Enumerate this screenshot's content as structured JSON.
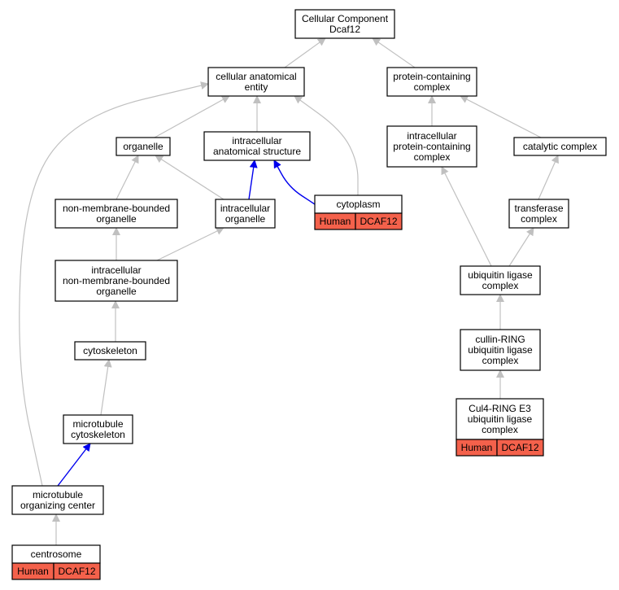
{
  "nodes": {
    "root": [
      "Cellular Component",
      "Dcaf12"
    ],
    "cae": [
      "cellular anatomical",
      "entity"
    ],
    "pcc": [
      "protein-containing",
      "complex"
    ],
    "organelle": [
      "organelle"
    ],
    "ias": [
      "intracellular",
      "anatomical structure"
    ],
    "ipcc": [
      "intracellular",
      "protein-containing",
      "complex"
    ],
    "catalytic": [
      "catalytic complex"
    ],
    "nmbo": [
      "non-membrane-bounded",
      "organelle"
    ],
    "io": [
      "intracellular",
      "organelle"
    ],
    "cytoplasm": [
      "cytoplasm"
    ],
    "transferase": [
      "transferase",
      "complex"
    ],
    "inmbo": [
      "intracellular",
      "non-membrane-bounded",
      "organelle"
    ],
    "ulc": [
      "ubiquitin ligase",
      "complex"
    ],
    "cytoskeleton": [
      "cytoskeleton"
    ],
    "cullin": [
      "cullin-RING",
      "ubiquitin ligase",
      "complex"
    ],
    "mtcyto": [
      "microtubule",
      "cytoskeleton"
    ],
    "cul4": [
      "Cul4-RING E3",
      "ubiquitin ligase",
      "complex"
    ],
    "mtoc": [
      "microtubule",
      "organizing center"
    ],
    "centrosome": [
      "centrosome"
    ]
  },
  "annotations": {
    "cytoplasm": {
      "species": "Human",
      "gene": "DCAF12"
    },
    "cul4": {
      "species": "Human",
      "gene": "DCAF12"
    },
    "centrosome": {
      "species": "Human",
      "gene": "DCAF12"
    }
  },
  "edges": [
    {
      "from": "cae",
      "to": "root",
      "type": "is_a"
    },
    {
      "from": "pcc",
      "to": "root",
      "type": "is_a"
    },
    {
      "from": "organelle",
      "to": "cae",
      "type": "is_a"
    },
    {
      "from": "ias",
      "to": "cae",
      "type": "is_a"
    },
    {
      "from": "cytoplasm",
      "to": "cae",
      "type": "is_a"
    },
    {
      "from": "mtoc",
      "to": "cae",
      "type": "is_a"
    },
    {
      "from": "ipcc",
      "to": "pcc",
      "type": "is_a"
    },
    {
      "from": "catalytic",
      "to": "pcc",
      "type": "is_a"
    },
    {
      "from": "nmbo",
      "to": "organelle",
      "type": "is_a"
    },
    {
      "from": "io",
      "to": "organelle",
      "type": "is_a"
    },
    {
      "from": "io",
      "to": "ias",
      "type": "part_of"
    },
    {
      "from": "cytoplasm",
      "to": "ias",
      "type": "part_of"
    },
    {
      "from": "inmbo",
      "to": "nmbo",
      "type": "is_a"
    },
    {
      "from": "inmbo",
      "to": "io",
      "type": "is_a"
    },
    {
      "from": "cytoskeleton",
      "to": "inmbo",
      "type": "is_a"
    },
    {
      "from": "mtcyto",
      "to": "cytoskeleton",
      "type": "is_a"
    },
    {
      "from": "mtoc",
      "to": "mtcyto",
      "type": "part_of"
    },
    {
      "from": "centrosome",
      "to": "mtoc",
      "type": "is_a"
    },
    {
      "from": "ulc",
      "to": "ipcc",
      "type": "is_a"
    },
    {
      "from": "transferase",
      "to": "catalytic",
      "type": "is_a"
    },
    {
      "from": "ulc",
      "to": "transferase",
      "type": "is_a"
    },
    {
      "from": "cullin",
      "to": "ulc",
      "type": "is_a"
    },
    {
      "from": "cul4",
      "to": "cullin",
      "type": "is_a"
    }
  ],
  "colors": {
    "is_a_edge": "#c0c0c0",
    "part_of_edge": "#0000ee",
    "annotation_fill": "#f4614b"
  }
}
